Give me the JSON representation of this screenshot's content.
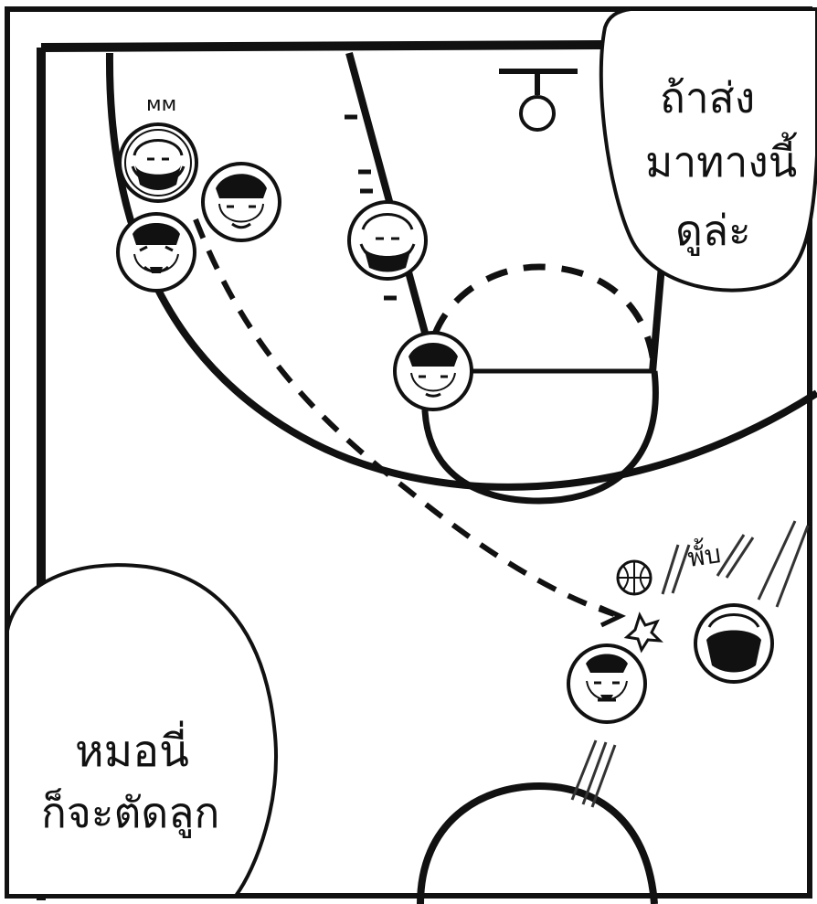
{
  "speech_bubbles": {
    "top_right": {
      "lines": [
        "ถ้าส่ง",
        "มาทางนี้",
        "ดูล่ะ"
      ]
    },
    "bottom_left": {
      "lines": [
        "หมอนี่",
        "ก็จะตัดลูก"
      ]
    }
  },
  "sound_effects": {
    "ball_cut": "พั้บ",
    "hair_squiggle": "ᴍᴍ"
  },
  "colors": {
    "ink": "#111111",
    "paper": "#ffffff"
  },
  "players": {
    "bearded_top_left": "bearded-player",
    "short_hair_top_left": "short-hair-player",
    "open_mouth_left": "open-mouth-player",
    "bearded_center": "bearded-player",
    "short_hair_center": "short-hair-player",
    "mustache_bottom": "mustache-player",
    "bearded_bottom_right": "bearded-player"
  }
}
